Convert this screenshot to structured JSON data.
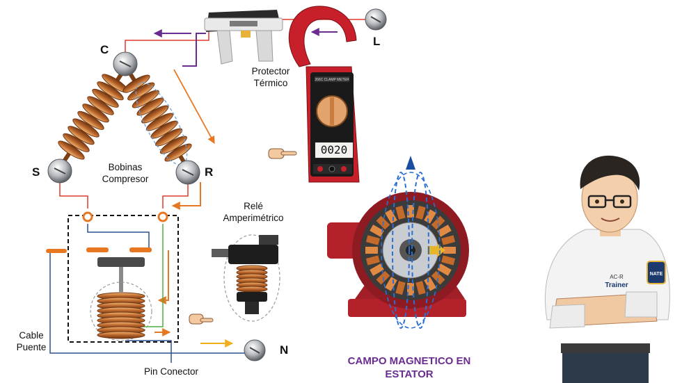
{
  "labels": {
    "terminal_c": "C",
    "terminal_s": "S",
    "terminal_r": "R",
    "terminal_l": "L",
    "terminal_n": "N",
    "coils": [
      "Bobinas",
      "Compresor"
    ],
    "thermal_protector": [
      "Protector",
      "Térmico"
    ],
    "relay": [
      "Relé",
      "Amperimétrico"
    ],
    "jumper_cable": [
      "Cable",
      "Puente"
    ],
    "pin_connector": "Pin Conector"
  },
  "meter": {
    "display_value": "0020",
    "brand_text": "266C CLAMP METER"
  },
  "motor": {
    "caption": [
      "CAMPO MAGNETICO EN",
      "ESTATOR"
    ]
  },
  "trainer": {
    "shirt_text_1": "AC-R",
    "shirt_text_2": "Trainer",
    "badge_text": "NATE"
  },
  "colors": {
    "wire_red": "#e03a2f",
    "wire_purple": "#6a2c91",
    "wire_orange": "#e87722",
    "wire_blue": "#2a4f8f",
    "wire_green": "#4caf3f",
    "copper": "#b8642a",
    "caption_purple": "#6a2c91"
  }
}
